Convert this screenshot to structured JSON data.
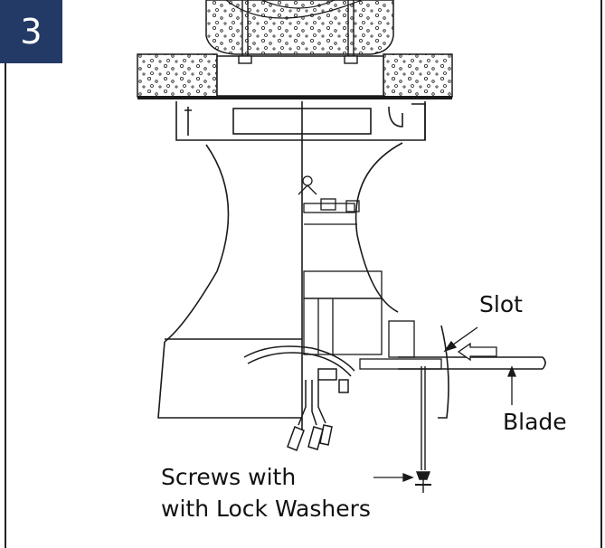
{
  "step": {
    "number": "3"
  },
  "labels": {
    "slot": "Slot",
    "blade": "Blade",
    "screws_line1": "Screws with",
    "screws_line2": "with Lock Washers"
  },
  "colors": {
    "badge": "#243a66",
    "line": "#1a1a1a"
  }
}
